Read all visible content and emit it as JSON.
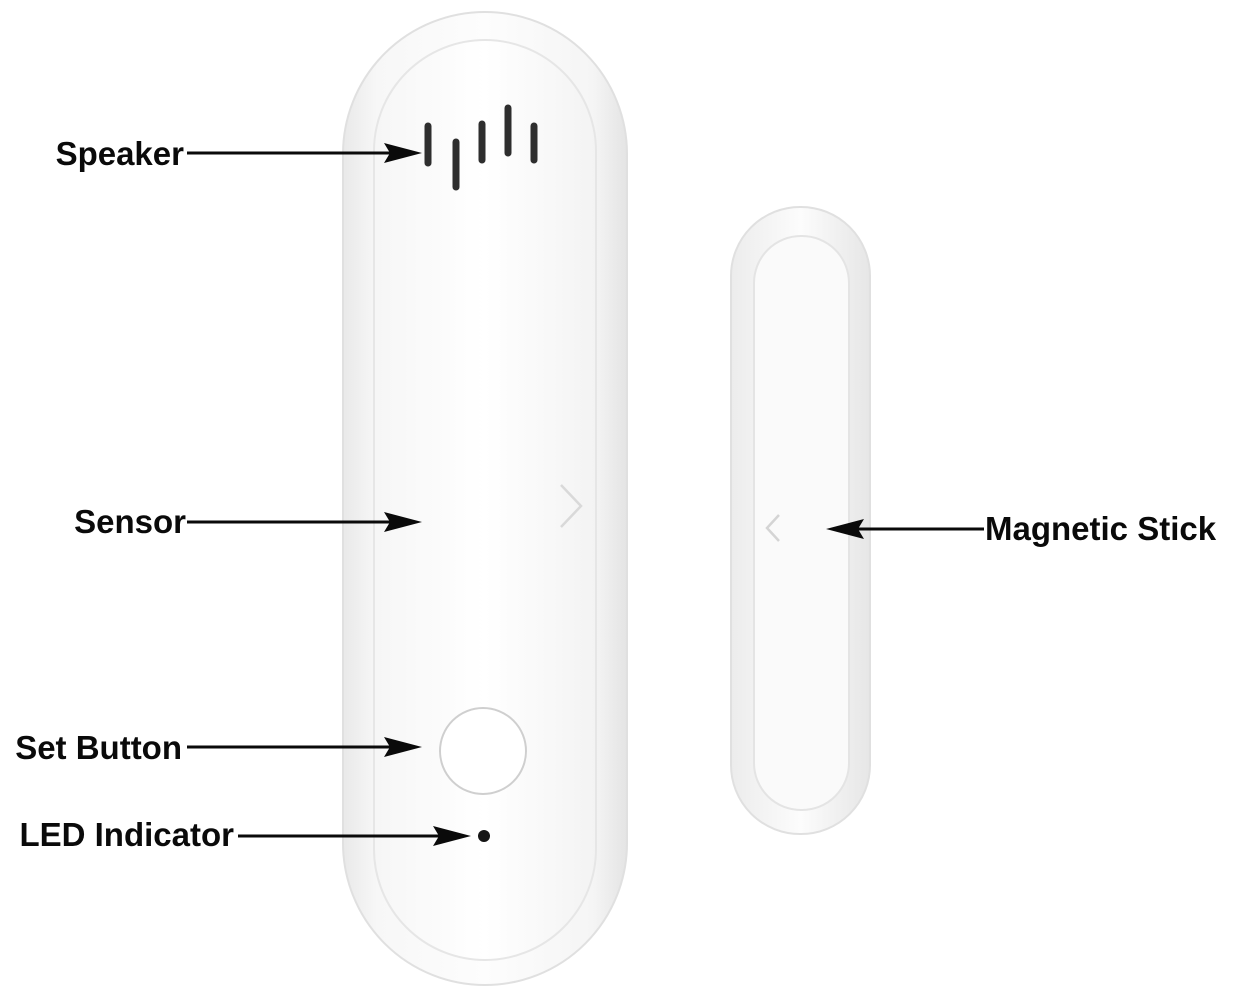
{
  "labels": {
    "speaker": "Speaker",
    "sensor": "Sensor",
    "set_button": "Set Button",
    "led_indicator": "LED Indicator",
    "magnetic_stick": "Magnetic Stick"
  },
  "colors": {
    "background": "#ffffff",
    "device_body": "#f4f4f4",
    "device_edge": "#e2e2e2",
    "speaker_slots": "#2e2e2e",
    "arrow": "#0a0a0a",
    "label_text": "#0a0a0a"
  }
}
